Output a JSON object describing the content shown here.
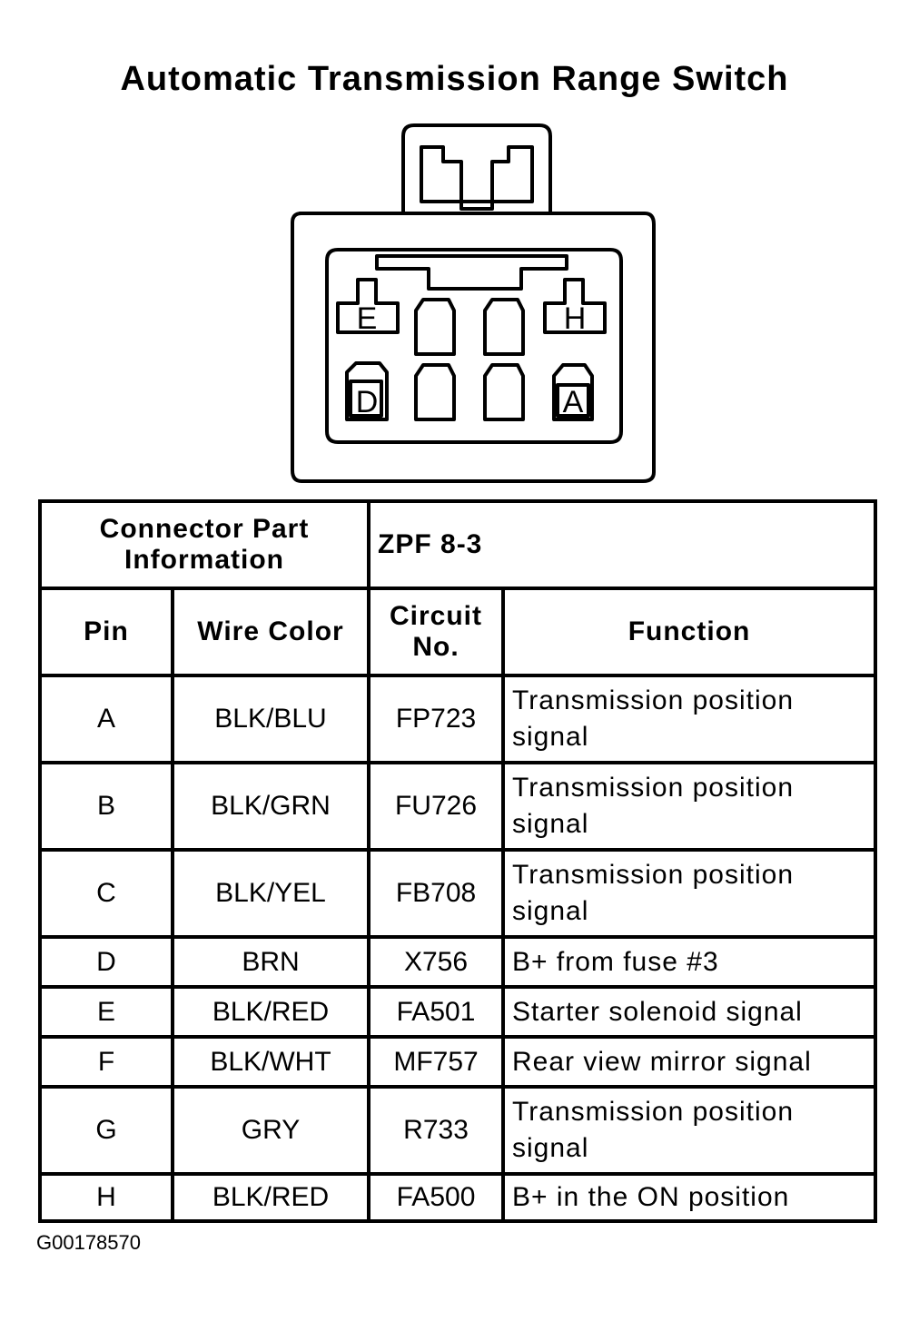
{
  "title": "Automatic Transmission Range Switch",
  "connector": {
    "pin_labels": [
      "E",
      "H",
      "D",
      "A"
    ]
  },
  "info": {
    "label": "Connector Part Information",
    "value": "ZPF 8-3"
  },
  "headers": {
    "pin": "Pin",
    "wire_color": "Wire Color",
    "circuit": "Circuit No.",
    "function": "Function"
  },
  "rows": [
    {
      "pin": "A",
      "wire": "BLK/BLU",
      "circuit": "FP723",
      "function": "Transmission position signal"
    },
    {
      "pin": "B",
      "wire": "BLK/GRN",
      "circuit": "FU726",
      "function": "Transmission position signal"
    },
    {
      "pin": "C",
      "wire": "BLK/YEL",
      "circuit": "FB708",
      "function": "Transmission position signal"
    },
    {
      "pin": "D",
      "wire": "BRN",
      "circuit": "X756",
      "function": "B+ from fuse #3"
    },
    {
      "pin": "E",
      "wire": "BLK/RED",
      "circuit": "FA501",
      "function": "Starter solenoid signal"
    },
    {
      "pin": "F",
      "wire": "BLK/WHT",
      "circuit": "MF757",
      "function": "Rear view mirror signal"
    },
    {
      "pin": "G",
      "wire": "GRY",
      "circuit": "R733",
      "function": "Transmission position signal"
    },
    {
      "pin": "H",
      "wire": "BLK/RED",
      "circuit": "FA500",
      "function": "B+ in the ON position"
    }
  ],
  "figure_id": "G00178570"
}
